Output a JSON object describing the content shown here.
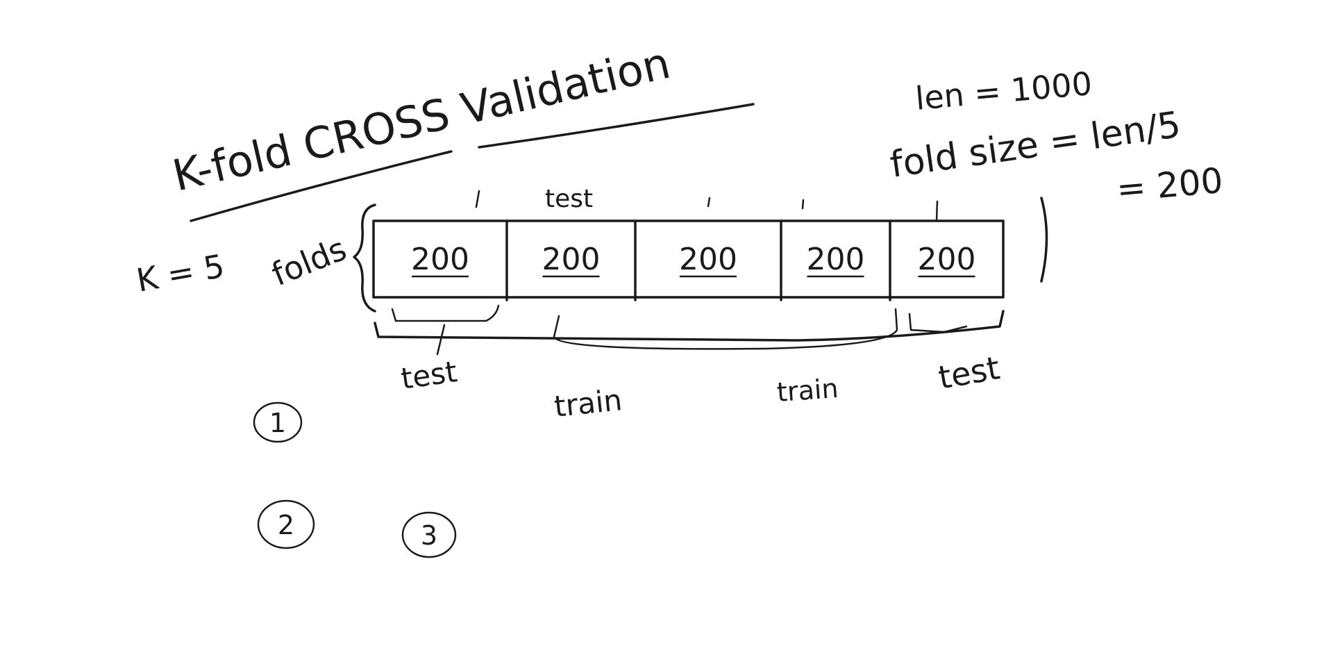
{
  "title": "K-fold CROSS Validation",
  "k_label": "K = 5",
  "folds_label": "folds",
  "formula": {
    "len_line": "len = 1000",
    "fold_size_line": "fold size = len/5",
    "result_line": "= 200"
  },
  "folds": [
    "200",
    "200",
    "200",
    "200",
    "200"
  ],
  "top_labels": {
    "test": "test"
  },
  "bottom_labels": {
    "test_left": "test",
    "train_left": "train",
    "train_right": "train",
    "test_right": "test"
  },
  "steps": [
    "1",
    "2",
    "3"
  ]
}
